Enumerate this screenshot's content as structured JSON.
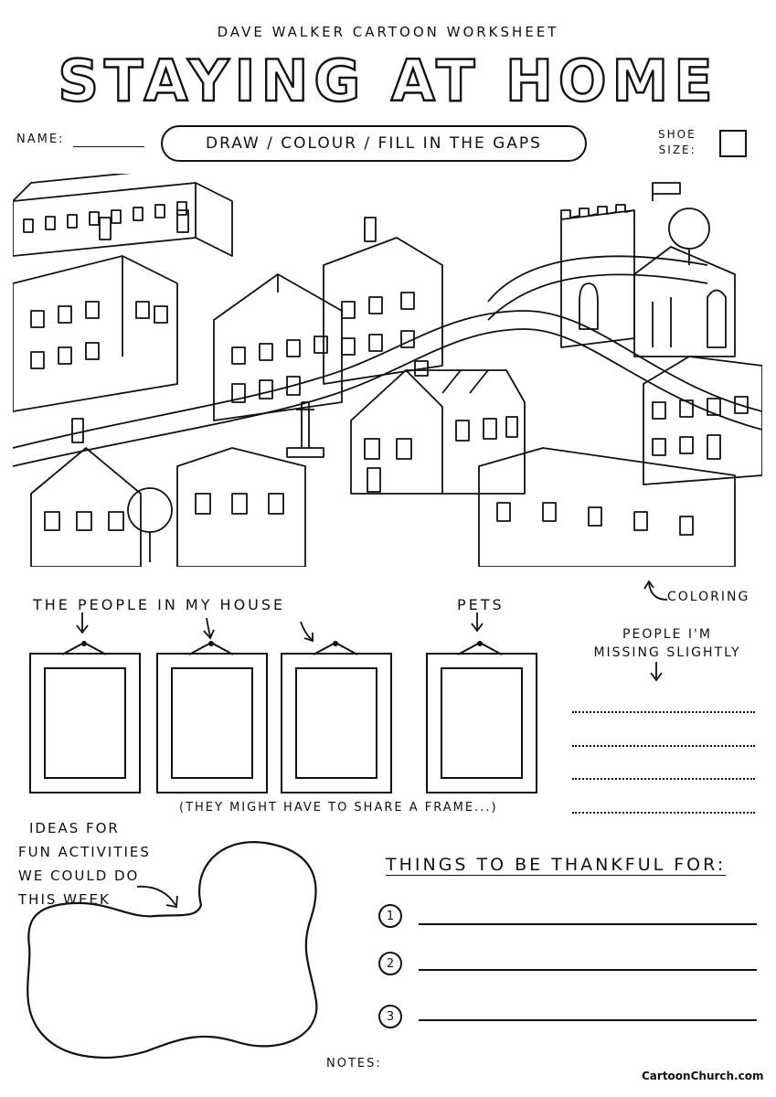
{
  "header": {
    "kicker": "DAVE WALKER CARTOON WORKSHEET",
    "title": "STAYING AT HOME",
    "name_label": "NAME:",
    "instructions": "DRAW / COLOUR / FILL IN THE GAPS",
    "shoe_label_1": "SHOE",
    "shoe_label_2": "SIZE:"
  },
  "illustration": {
    "coloring_label": "COLORING"
  },
  "people_section": {
    "title": "THE PEOPLE IN MY HOUSE",
    "pets_label": "PETS",
    "frame_note": "(THEY MIGHT HAVE TO SHARE A FRAME...)"
  },
  "missing_section": {
    "line_1": "PEOPLE I'M",
    "line_2": "MISSING SLIGHTLY"
  },
  "ideas_section": {
    "line_1": "IDEAS FOR",
    "line_2": "FUN ACTIVITIES",
    "line_3": "WE COULD DO",
    "line_4": "THIS WEEK"
  },
  "thankful_section": {
    "title": "THINGS TO BE THANKFUL FOR:",
    "items": [
      "1",
      "2",
      "3"
    ]
  },
  "footer": {
    "notes_label": "NOTES:",
    "credit": "CartoonChurch.com"
  }
}
